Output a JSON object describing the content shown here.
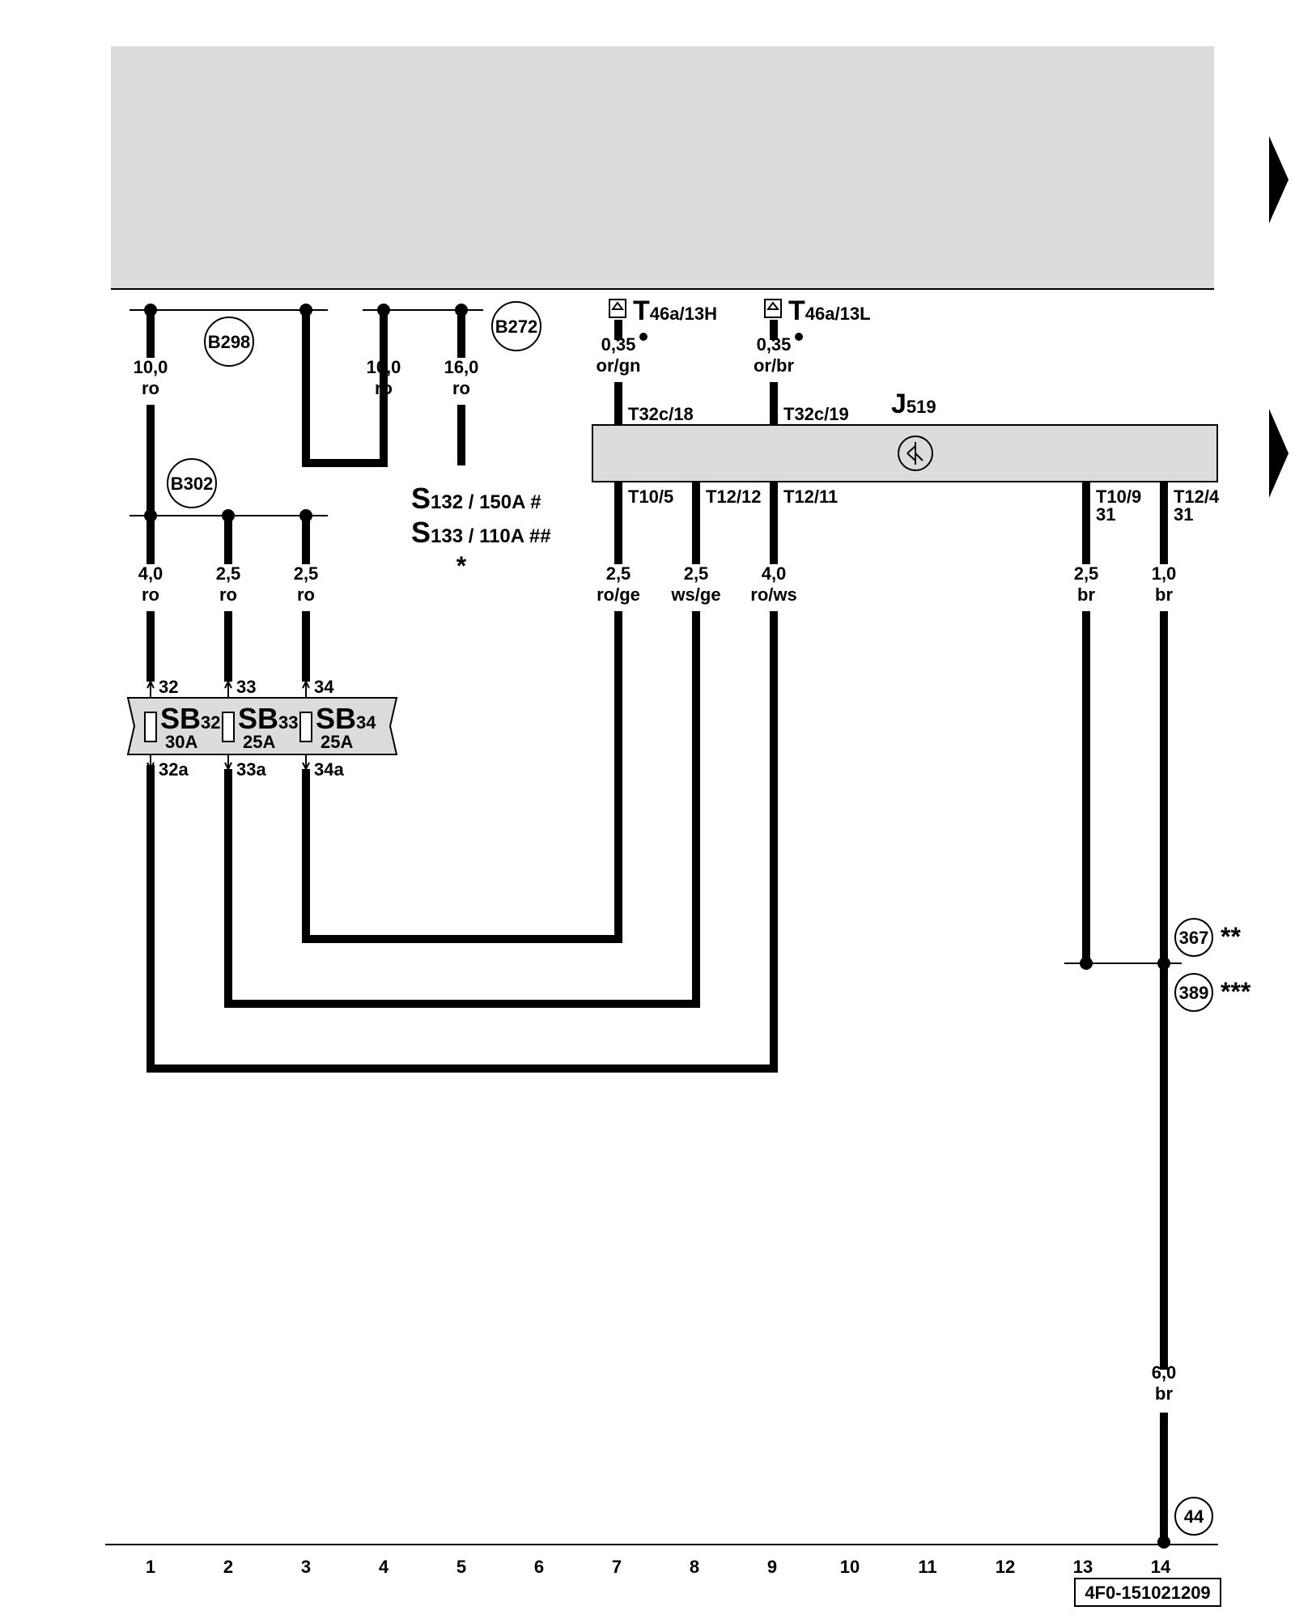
{
  "top_panel": {
    "fill": "#dcdcdc"
  },
  "wire_labels": {
    "w1_top": [
      "10,0",
      "ro"
    ],
    "w4_top": [
      "10,0",
      "ro"
    ],
    "w5_top": [
      "16,0",
      "ro"
    ],
    "w1_mid": [
      "4,0",
      "ro"
    ],
    "w2_mid": [
      "2,5",
      "ro"
    ],
    "w3_mid": [
      "2,5",
      "ro"
    ],
    "w7_top": [
      "0,35",
      "or/gn"
    ],
    "w9_top": [
      "0,35",
      "or/br"
    ],
    "w7_mid": [
      "2,5",
      "ro/ge"
    ],
    "w8_mid": [
      "2,5",
      "ws/ge"
    ],
    "w9_mid": [
      "4,0",
      "ro/ws"
    ],
    "w13_mid": [
      "2,5",
      "br"
    ],
    "w14_mid": [
      "1,0",
      "br"
    ],
    "w14_low": [
      "6,0",
      "br"
    ]
  },
  "connectors": {
    "t46a_13h": {
      "letter": "T",
      "sub": "46a/13H"
    },
    "t46a_13l": {
      "letter": "T",
      "sub": "46a/13L"
    },
    "t32c_18": "T32c/18",
    "t32c_19": "T32c/19",
    "t10_5": "T10/5",
    "t12_12": "T12/12",
    "t12_11": "T12/11",
    "t10_9": "T10/9",
    "t10_9_pin": "31",
    "t12_4": "T12/4",
    "t12_4_pin": "31"
  },
  "component": {
    "letter": "J",
    "sub": "519"
  },
  "fuses": {
    "s132": {
      "letter": "S",
      "sub": "132 / 150A #"
    },
    "s133": {
      "letter": "S",
      "sub": "133 / 110A ##"
    },
    "asterisk": "*"
  },
  "fuse_block": [
    {
      "letter": "SB",
      "num": "32",
      "amp": "30A",
      "in": "32",
      "out": "32a"
    },
    {
      "letter": "SB",
      "num": "33",
      "amp": "25A",
      "in": "33",
      "out": "33a"
    },
    {
      "letter": "SB",
      "num": "34",
      "amp": "25A",
      "in": "34",
      "out": "34a"
    }
  ],
  "refs": {
    "b298": "B298",
    "b272": "B272",
    "b302": "B302",
    "r367": "367",
    "r367_note": "**",
    "r389": "389",
    "r389_note": "***",
    "r44": "44"
  },
  "grid_numbers": [
    "1",
    "2",
    "3",
    "4",
    "5",
    "6",
    "7",
    "8",
    "9",
    "10",
    "11",
    "12",
    "13",
    "14"
  ],
  "doc_id": "4F0-151021209"
}
